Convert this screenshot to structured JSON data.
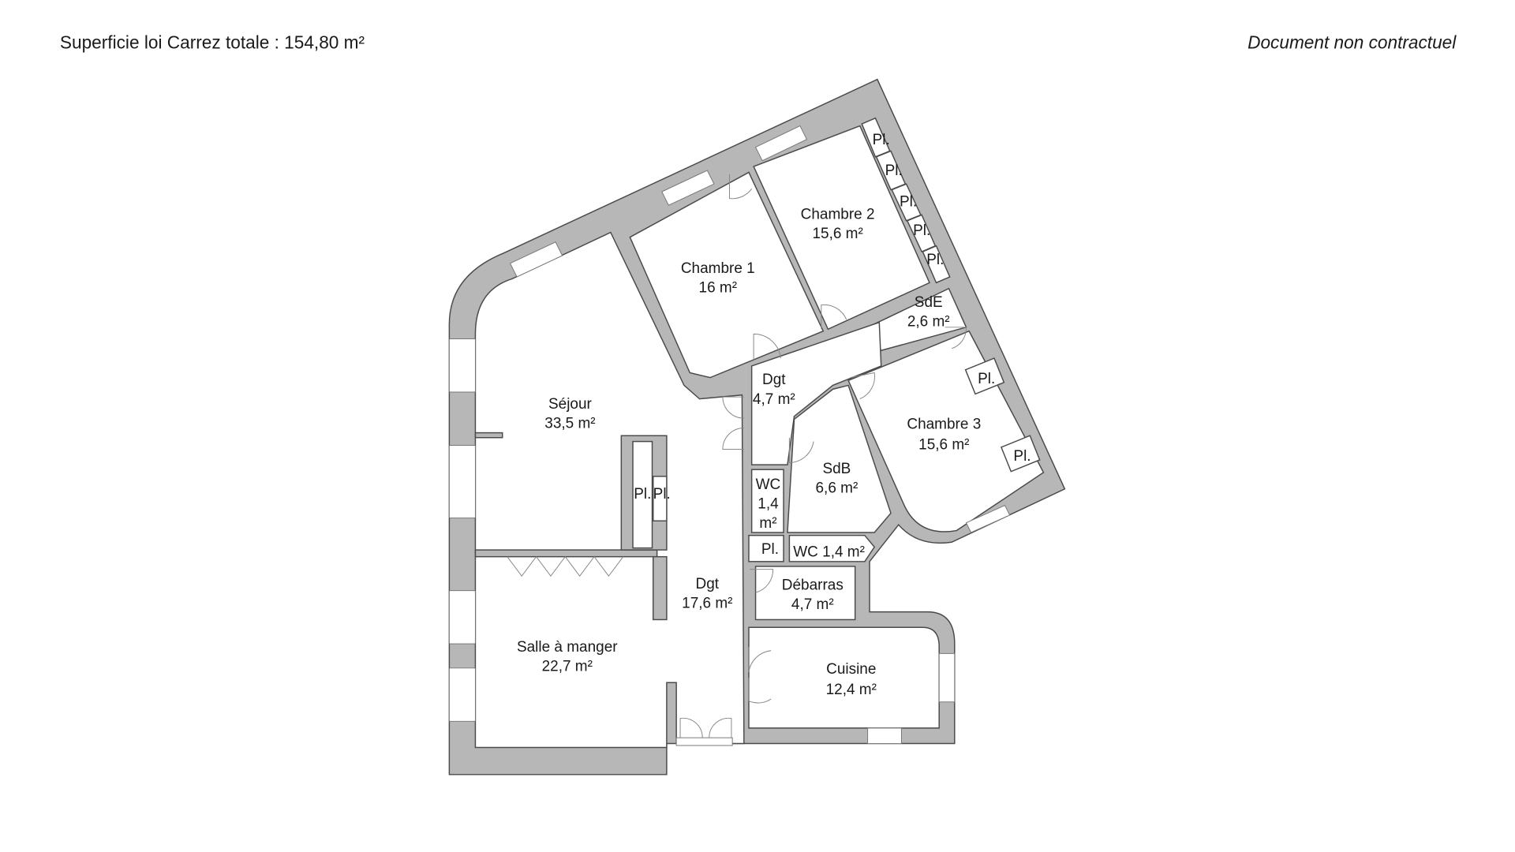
{
  "header": {
    "total_area": "Superficie loi Carrez totale :  154,80 m²",
    "disclaimer": "Document non contractuel"
  },
  "rooms": {
    "sejour": {
      "name": "Séjour",
      "area": "33,5 m²"
    },
    "salle_a_manger": {
      "name": "Salle à manger",
      "area": "22,7 m²"
    },
    "chambre1": {
      "name": "Chambre 1",
      "area": "16 m²"
    },
    "chambre2": {
      "name": "Chambre 2",
      "area": "15,6 m²"
    },
    "chambre3": {
      "name": "Chambre 3",
      "area": "15,6 m²"
    },
    "sde": {
      "name": "SdE",
      "area": "2,6 m²"
    },
    "dgt_small": {
      "name": "Dgt",
      "area": "4,7 m²"
    },
    "sdb": {
      "name": "SdB",
      "area": "6,6 m²"
    },
    "wc1": {
      "name": "WC",
      "area_line1": "1,4",
      "area_line2": "m²"
    },
    "wc2": {
      "name": "WC 1,4 m²"
    },
    "debarras": {
      "name": "Débarras",
      "area": "4,7 m²"
    },
    "dgt_large": {
      "name": "Dgt",
      "area": "17,6 m²"
    },
    "cuisine": {
      "name": "Cuisine",
      "area": "12,4 m²"
    }
  },
  "closet_label": "Pl.",
  "colors": {
    "wall": "#b7b7b7",
    "outline": "#4a4a4a"
  }
}
